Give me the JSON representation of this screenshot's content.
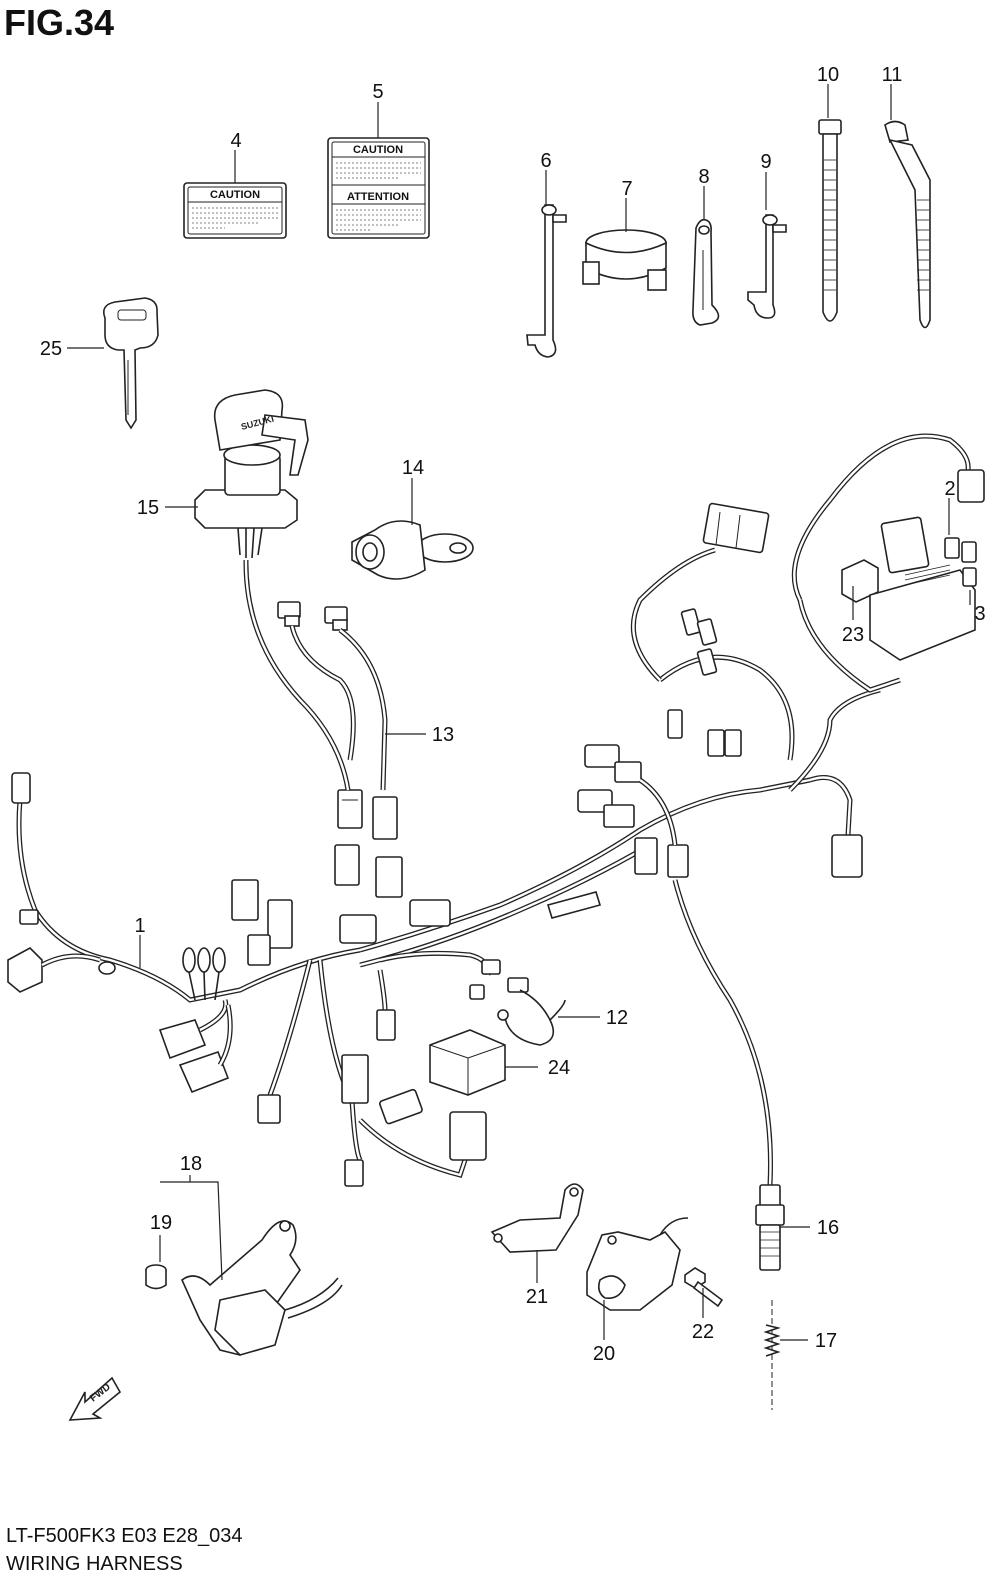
{
  "figure": {
    "title": "FIG.34",
    "model_code": "LT-F500FK3 E03 E28_034",
    "name": "WIRING HARNESS"
  },
  "labels": {
    "caution_small": "CAUTION",
    "caution_large": "CAUTION",
    "attention": "ATTENTION",
    "fwd": "FWD",
    "key_brand": "SUZUKI"
  },
  "callouts": [
    "1",
    "2",
    "3",
    "4",
    "5",
    "6",
    "7",
    "8",
    "9",
    "10",
    "11",
    "12",
    "13",
    "14",
    "15",
    "16",
    "17",
    "18",
    "19",
    "20",
    "21",
    "22",
    "23",
    "24",
    "25"
  ]
}
